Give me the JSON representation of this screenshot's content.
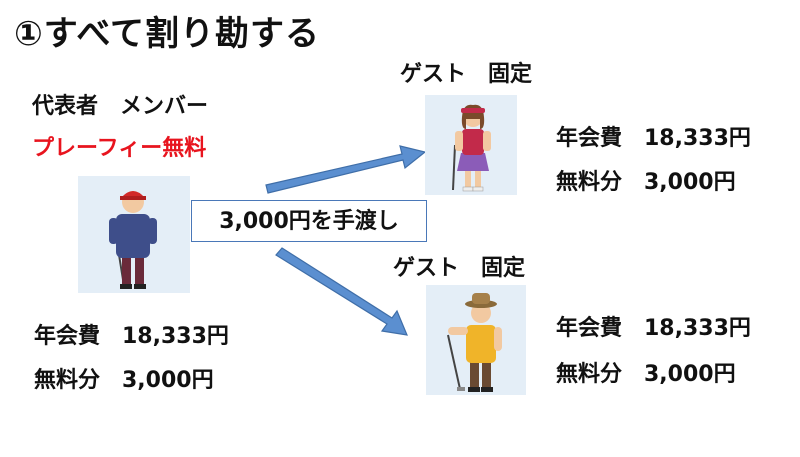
{
  "title": "①すべて割り勘する",
  "member": {
    "role": "代表者　メンバー",
    "fee_note": "プレーフィー無料",
    "annual_fee": "年会費　18,333円",
    "free_share": "無料分　3,000円"
  },
  "transfer": "3,000円を手渡し",
  "guest1": {
    "role": "ゲスト　固定",
    "annual_fee": "年会費　18,333円",
    "free_share": "無料分　3,000円"
  },
  "guest2": {
    "role": "ゲスト　固定",
    "annual_fee": "年会費　18,333円",
    "free_share": "無料分　3,000円"
  },
  "colors": {
    "accent_red": "#e8141e",
    "arrow_blue": "#5b8fd0",
    "photo_bg": "#e4eef7"
  }
}
